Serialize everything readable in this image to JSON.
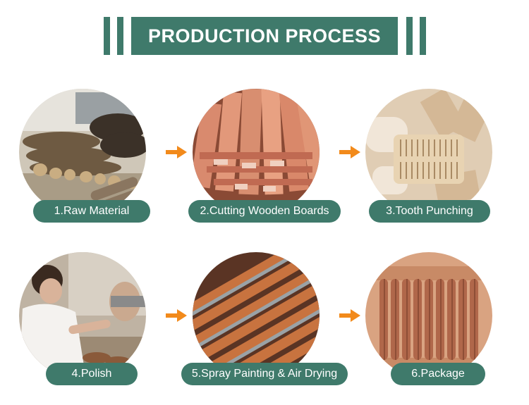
{
  "title": "PRODUCTION PROCESS",
  "colors": {
    "accent": "#3f7a6b",
    "arrow": "#f28a1b"
  },
  "steps": [
    {
      "label": "1.Raw Material"
    },
    {
      "label": "2.Cutting Wooden Boards"
    },
    {
      "label": "3.Tooth Punching"
    },
    {
      "label": "4.Polish"
    },
    {
      "label": "5.Spray Painting & Air Drying"
    },
    {
      "label": "6.Package"
    }
  ]
}
